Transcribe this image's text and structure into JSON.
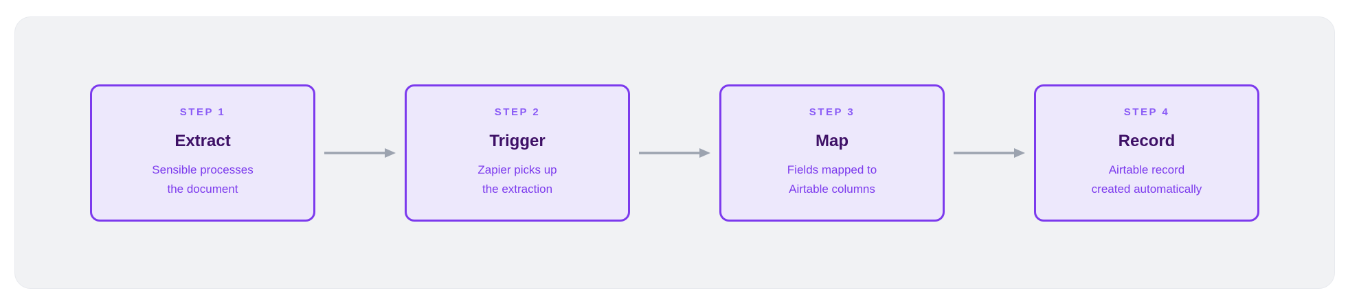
{
  "panel": {
    "name": "workflow-diagram"
  },
  "colors": {
    "page_bg": "#ffffff",
    "panel_bg": "#f1f2f4",
    "panel_border": "#e8eaee",
    "card_bg": "#ede8fc",
    "card_border": "#7c3aed",
    "step_label": "#8b5cf6",
    "title": "#3e1066",
    "desc": "#7c3aed",
    "arrow": "#9ca3af"
  },
  "steps": [
    {
      "label": "STEP 1",
      "title": "Extract",
      "description": [
        "Sensible processes",
        "the document"
      ]
    },
    {
      "label": "STEP 2",
      "title": "Trigger",
      "description": [
        "Zapier picks up",
        "the extraction"
      ]
    },
    {
      "label": "STEP 3",
      "title": "Map",
      "description": [
        "Fields mapped to",
        "Airtable columns"
      ]
    },
    {
      "label": "STEP 4",
      "title": "Record",
      "description": [
        "Airtable record",
        "created automatically"
      ]
    }
  ]
}
